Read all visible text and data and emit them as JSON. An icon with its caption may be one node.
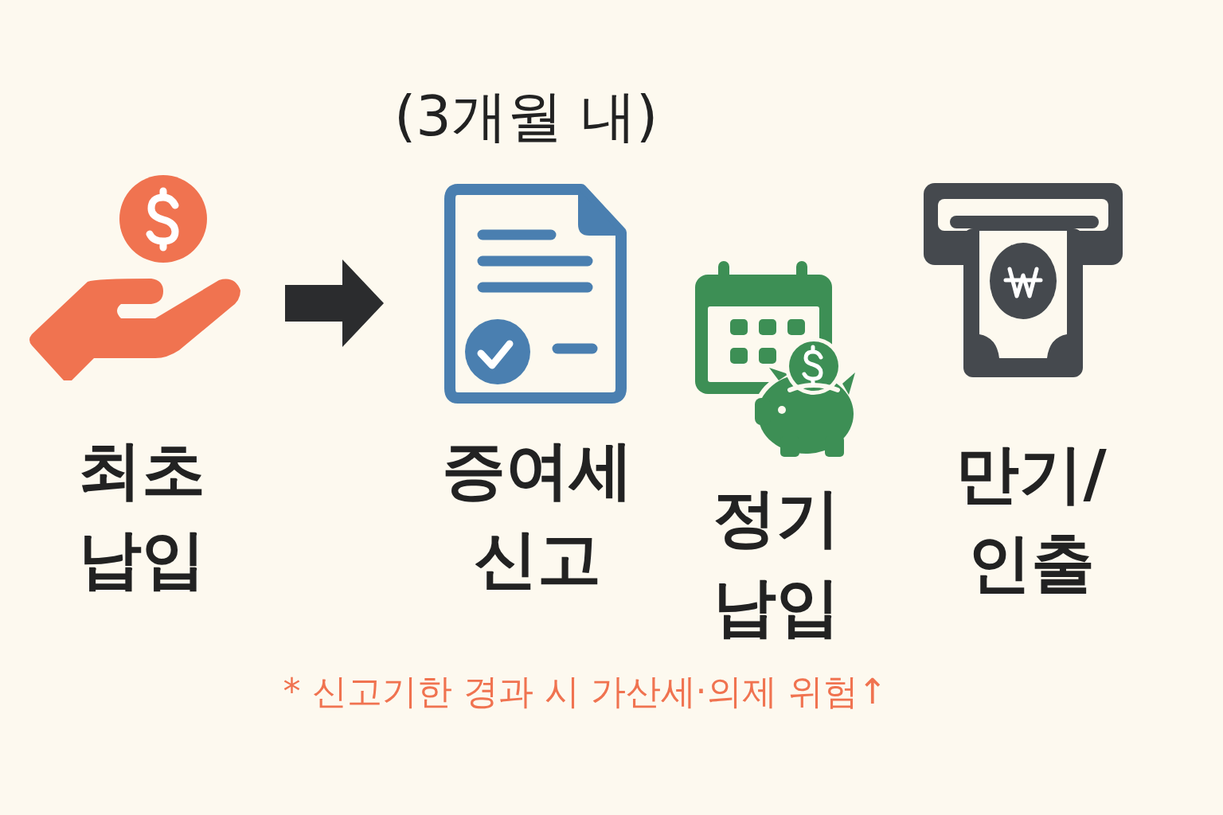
{
  "diagram": {
    "nodes": [
      {
        "text": [
          "최초 납입"
        ]
      },
      {
        "text": [
          "증여세 신고"
        ],
        "beside": [
          "(3개월 내)"
        ]
      },
      {
        "text": [
          "정기 납입"
        ]
      },
      {
        "text": [
          "만기/ 인출"
        ]
      }
    ],
    "edges": [
      {
        "from": 0,
        "to": 1,
        "arrow": "to"
      }
    ],
    "labels": [
      "* 신고기한 경과 시 가산세·의제 위험↑"
    ]
  }
}
